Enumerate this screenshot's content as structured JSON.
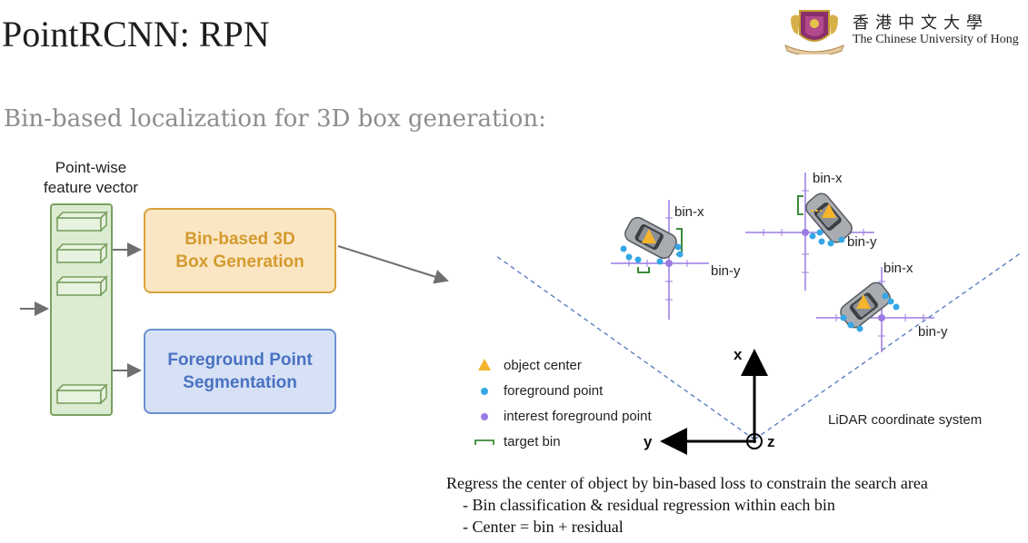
{
  "slide": {
    "title": "PointRCNN: RPN",
    "subtitle": "Bin-based localization for 3D box generation:"
  },
  "logo": {
    "chinese": "香港中文大學",
    "english": "The Chinese University of Hong"
  },
  "pipeline": {
    "pointwise_label": [
      "Point-wise",
      "feature vector"
    ],
    "bin_box": [
      "Bin-based 3D",
      "Box Generation"
    ],
    "fg_box": [
      "Foreground Point",
      "Segmentation"
    ]
  },
  "legend": {
    "object_center": "object center",
    "foreground_point": "foreground point",
    "interest_point": "interest foreground point",
    "target_bin": "target bin"
  },
  "diagram": {
    "bin_x": "bin-x",
    "bin_y": "bin-y",
    "axis_x": "x",
    "axis_y": "y",
    "axis_z": "z",
    "lidar": "LiDAR coordinate system"
  },
  "notes": [
    "Regress the center of object by bin-based loss to constrain the search area",
    "- Bin classification & residual regression within each bin",
    "- Center = bin + residual"
  ],
  "colors": {
    "object_center": "#f4b42c",
    "foreground_point": "#35a7e6",
    "interest_point": "#9b7be3",
    "target_bin": "#3c8a3a",
    "bin_box_fill": "#fbe6c4",
    "fg_box_fill": "#d7e1f6",
    "column_fill": "#dcecd2",
    "column_border": "#7aa060"
  }
}
